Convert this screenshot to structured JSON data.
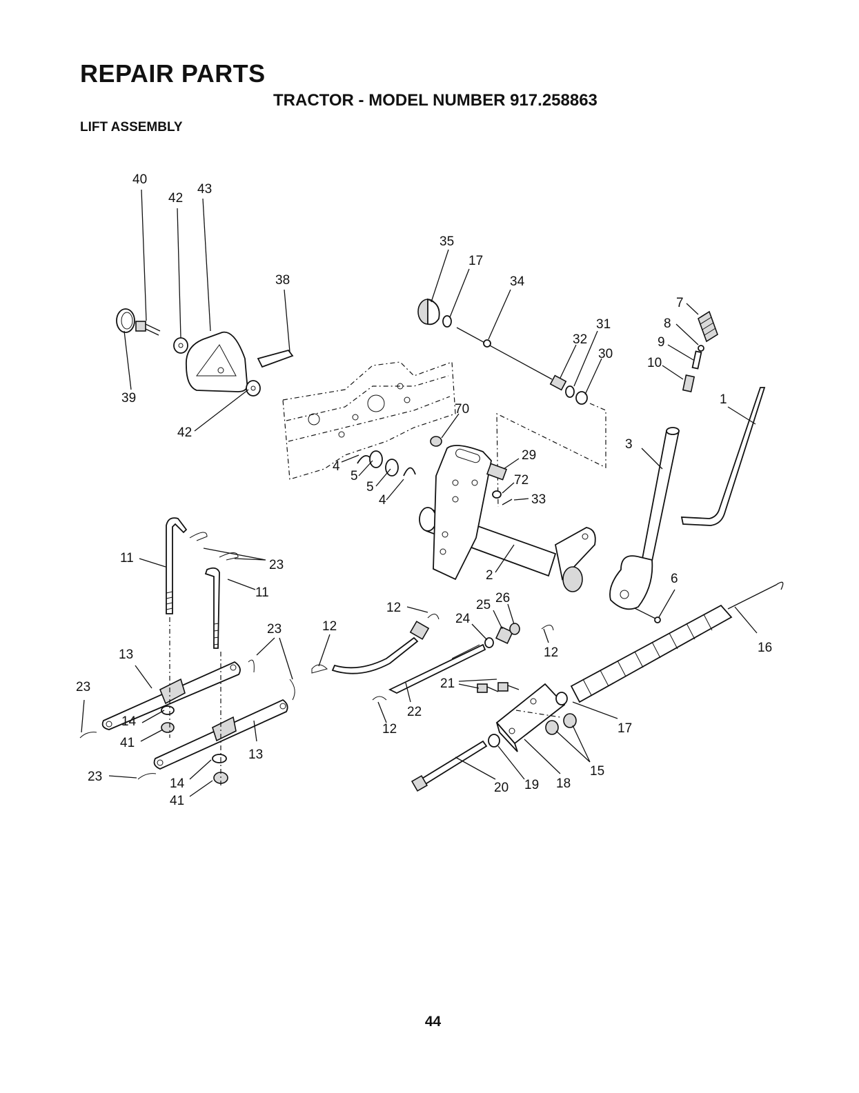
{
  "header": {
    "title": "REPAIR PARTS",
    "subtitle": "TRACTOR - MODEL NUMBER 917.258863",
    "section": "LIFT ASSEMBLY"
  },
  "page_number": "44",
  "callouts": {
    "c40": "40",
    "c42a": "42",
    "c43": "43",
    "c38": "38",
    "c39": "39",
    "c42b": "42",
    "c35": "35",
    "c17a": "17",
    "c34": "34",
    "c32": "32",
    "c31": "31",
    "c30": "30",
    "c7": "7",
    "c8": "8",
    "c9": "9",
    "c10": "10",
    "c1": "1",
    "c3": "3",
    "c70": "70",
    "c29": "29",
    "c72": "72",
    "c33": "33",
    "c4a": "4",
    "c5a": "5",
    "c5b": "5",
    "c4b": "4",
    "c2": "2",
    "c6": "6",
    "c11a": "11",
    "c23a": "23",
    "c11b": "11",
    "c23b": "23",
    "c13a": "13",
    "c23c": "23",
    "c14a": "14",
    "c41a": "41",
    "c13b": "13",
    "c23d": "23",
    "c14b": "14",
    "c41b": "41",
    "c12a": "12",
    "c12b": "12",
    "c25": "25",
    "c26": "26",
    "c24": "24",
    "c12c": "12",
    "c21": "21",
    "c22": "22",
    "c12d": "12",
    "c16": "16",
    "c17b": "17",
    "c15": "15",
    "c20": "20",
    "c19": "19",
    "c18": "18"
  }
}
